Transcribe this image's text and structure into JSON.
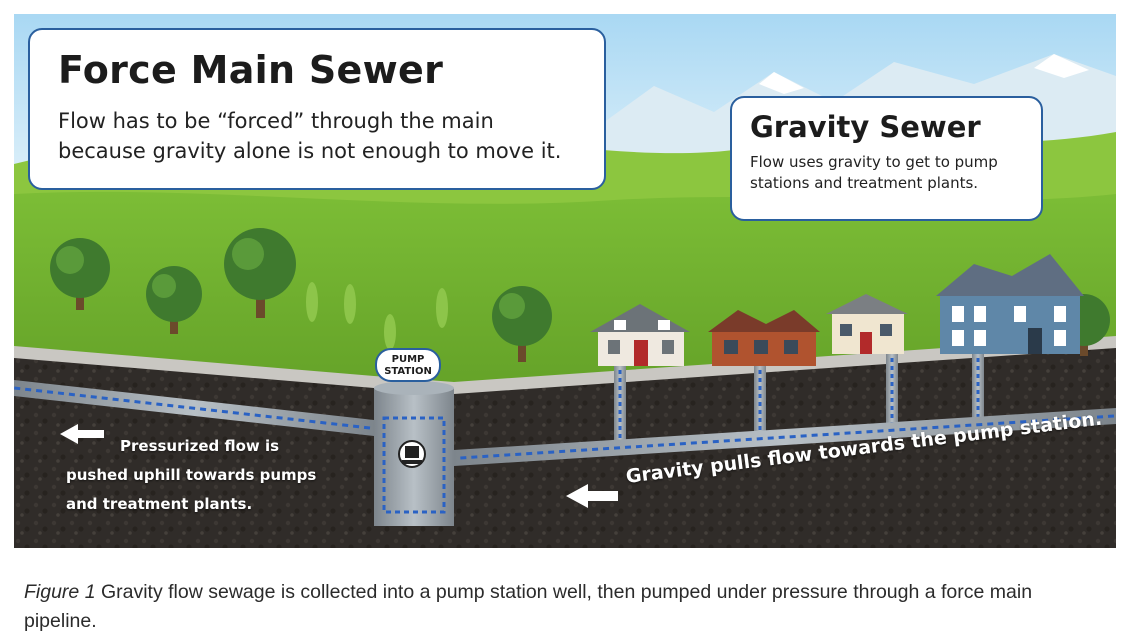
{
  "force_main": {
    "title": "Force Main Sewer",
    "description": "Flow has to be “forced” through the main because gravity alone is not enough to move it."
  },
  "gravity_sewer": {
    "title": "Gravity Sewer",
    "description": "Flow uses gravity to get to pump stations and treatment plants."
  },
  "pump_station": {
    "line1": "PUMP",
    "line2": "STATION"
  },
  "pressurized_flow": "Pressurized flow is pushed uphill towards pumps and treatment plants.",
  "gravity_pull": "Gravity pulls flow towards the pump station.",
  "caption": {
    "lead": "Figure 1",
    "text": " Gravity flow sewage is collected into a pump station well, then pumped under pressure through a force main pipeline."
  },
  "colors": {
    "sky": "#bfe3f7",
    "grass": "#6fae2e",
    "soil": "#2f2b28",
    "pipe": "#9aa3ab",
    "flow": "#2a62c4",
    "callout_border": "#2a5f9e"
  },
  "icons": [
    "pump-icon",
    "house-icon",
    "tree-icon",
    "arrow-left-icon"
  ]
}
